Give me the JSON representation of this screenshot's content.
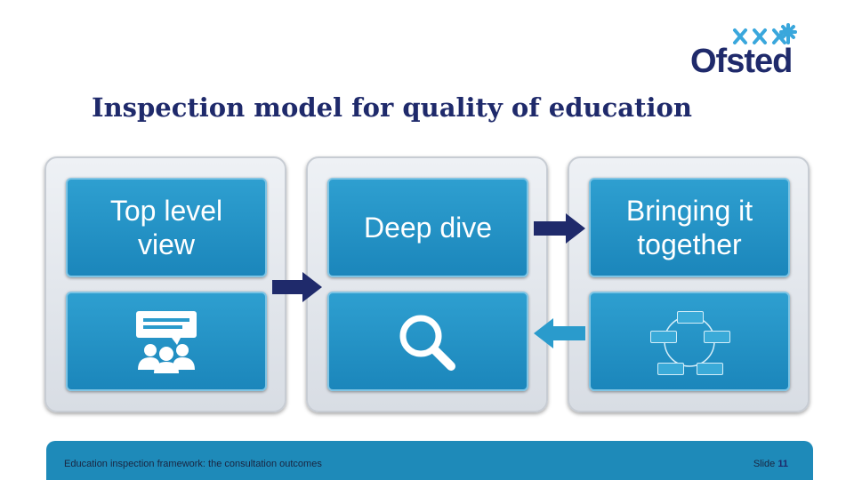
{
  "logo": {
    "text": "Ofsted"
  },
  "title": "Inspection model for quality of education",
  "panels": [
    {
      "top_label": "Top level view",
      "bottom_icon": "people-discussion-icon"
    },
    {
      "top_label": "Deep dive",
      "bottom_icon": "magnifier-icon"
    },
    {
      "top_label": "Bringing it together",
      "bottom_icon": "cycle-diagram-icon"
    }
  ],
  "footer": {
    "text": "Education inspection framework: the consultation outcomes",
    "slide_label": "Slide",
    "slide_number": "11"
  },
  "colors": {
    "navy": "#1f2a6b",
    "tile": "#1b86bb",
    "footer": "#1e8ab9"
  }
}
